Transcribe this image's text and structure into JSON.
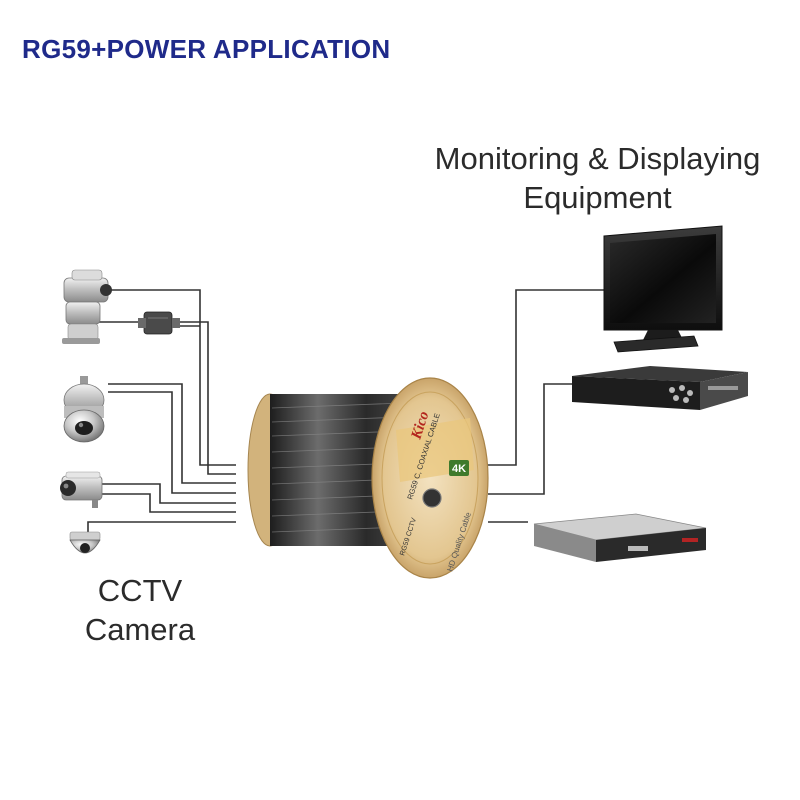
{
  "title": "RG59+POWER APPLICATION",
  "monitoring_label": {
    "line1": "Monitoring & Displaying",
    "line2": "Equipment"
  },
  "camera_label": {
    "line1": "CCTV",
    "line2": "Camera"
  },
  "spool": {
    "brand": "Kico",
    "label_text": "RG59 C, COAXIAL CABLE",
    "model_text": "RG59 CCTV",
    "badge": "4K",
    "side_text": "HD Quality Cable"
  },
  "colors": {
    "title": "#1f2a8a",
    "label": "#2b2b2b",
    "wire": "#333333",
    "spool_flange": "#e7cfa2",
    "spool_cable": "#3a3a3a",
    "spool_label": "#d9b872"
  },
  "devices": {
    "cameras": [
      "ptz-camera-icon",
      "speed-dome-camera-icon",
      "bullet-camera-icon",
      "mini-dome-camera-icon"
    ],
    "equipment": [
      "monitor-icon",
      "dvr-icon",
      "nvr-icon"
    ]
  }
}
